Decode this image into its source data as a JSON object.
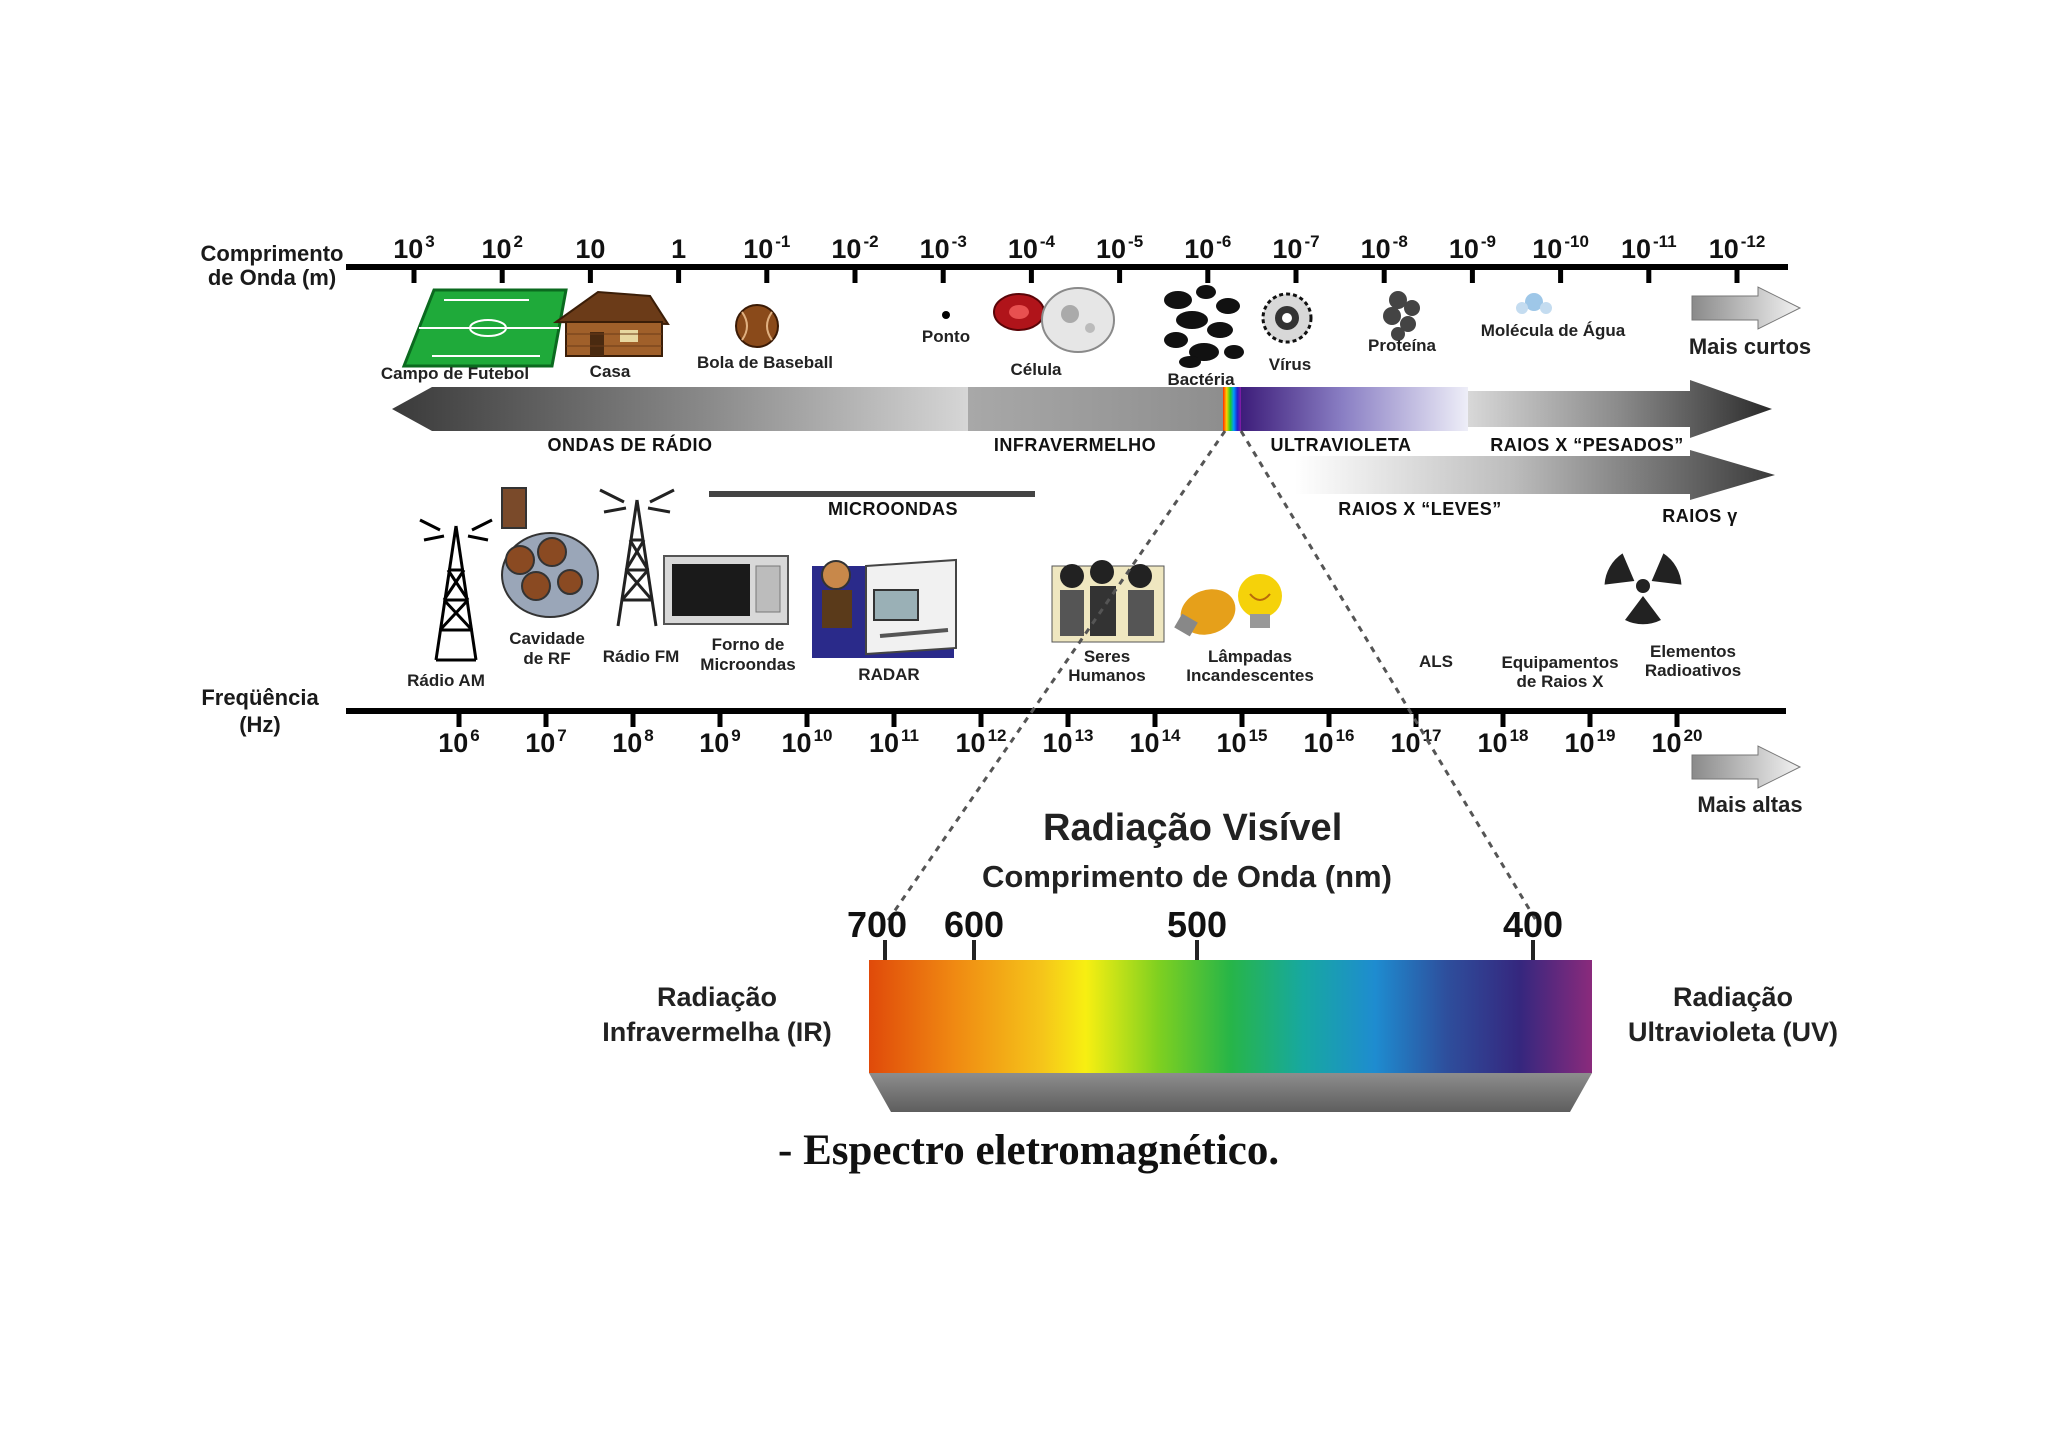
{
  "wavelength_axis": {
    "title_line1": "Comprimento",
    "title_line2": "de Onda (m)",
    "ticks": [
      {
        "base": "10",
        "exp": "3"
      },
      {
        "base": "10",
        "exp": "2"
      },
      {
        "base": "10",
        "exp": ""
      },
      {
        "base": "1",
        "exp": ""
      },
      {
        "base": "10",
        "exp": "-1"
      },
      {
        "base": "10",
        "exp": "-2"
      },
      {
        "base": "10",
        "exp": "-3"
      },
      {
        "base": "10",
        "exp": "-4"
      },
      {
        "base": "10",
        "exp": "-5"
      },
      {
        "base": "10",
        "exp": "-6"
      },
      {
        "base": "10",
        "exp": "-7"
      },
      {
        "base": "10",
        "exp": "-8"
      },
      {
        "base": "10",
        "exp": "-9"
      },
      {
        "base": "10",
        "exp": "-10"
      },
      {
        "base": "10",
        "exp": "-11"
      },
      {
        "base": "10",
        "exp": "-12"
      }
    ],
    "arrow_label": "Mais curtos"
  },
  "size_objects": [
    {
      "label": "Campo de Futebol",
      "icon": "soccer-field-icon"
    },
    {
      "label": "Casa",
      "icon": "house-icon"
    },
    {
      "label": "Bola de Baseball",
      "icon": "baseball-icon"
    },
    {
      "label": "Ponto",
      "icon": "dot-icon"
    },
    {
      "label": "Célula",
      "icon": "cell-icon"
    },
    {
      "label": "Bactéria",
      "icon": "bacteria-icon"
    },
    {
      "label": "Vírus",
      "icon": "virus-icon"
    },
    {
      "label": "Proteína",
      "icon": "protein-icon"
    },
    {
      "label": "Molécula de Água",
      "icon": "water-molecule-icon"
    }
  ],
  "bands": {
    "radio": "ONDAS DE RÁDIO",
    "infrared": "INFRAVERMELHO",
    "ultraviolet": "ULTRAVIOLETA",
    "hard_xray": "RAIOS  X “PESADOS”",
    "soft_xray": "RAIOS  X “LEVES”",
    "gamma": "RAIOS γ",
    "microwave": "MICROONDAS"
  },
  "sources": [
    {
      "label_lines": [
        "Rádio AM"
      ],
      "icon": "radio-tower-icon"
    },
    {
      "label_lines": [
        "Cavidade",
        "de RF"
      ],
      "icon": "rf-cavity-icon"
    },
    {
      "label_lines": [
        "Rádio FM"
      ],
      "icon": "fm-tower-icon"
    },
    {
      "label_lines": [
        "Forno de",
        "Microondas"
      ],
      "icon": "microwave-oven-icon"
    },
    {
      "label_lines": [
        "RADAR"
      ],
      "icon": "radar-operator-icon"
    },
    {
      "label_lines": [
        "Seres",
        "Humanos"
      ],
      "icon": "people-icon"
    },
    {
      "label_lines": [
        "Lâmpadas",
        "Incandescentes"
      ],
      "icon": "light-bulb-icon"
    },
    {
      "label_lines": [
        "ALS"
      ],
      "icon": ""
    },
    {
      "label_lines": [
        "Equipamentos",
        "de Raios X"
      ],
      "icon": ""
    },
    {
      "label_lines": [
        "Elementos",
        "Radioativos"
      ],
      "icon": "radiation-icon"
    }
  ],
  "frequency_axis": {
    "title_line1": "Freqüência",
    "title_line2": "(Hz)",
    "ticks": [
      {
        "base": "10",
        "exp": "6"
      },
      {
        "base": "10",
        "exp": "7"
      },
      {
        "base": "10",
        "exp": "8"
      },
      {
        "base": "10",
        "exp": "9"
      },
      {
        "base": "10",
        "exp": "10"
      },
      {
        "base": "10",
        "exp": "11"
      },
      {
        "base": "10",
        "exp": "12"
      },
      {
        "base": "10",
        "exp": "13"
      },
      {
        "base": "10",
        "exp": "14"
      },
      {
        "base": "10",
        "exp": "15"
      },
      {
        "base": "10",
        "exp": "16"
      },
      {
        "base": "10",
        "exp": "17"
      },
      {
        "base": "10",
        "exp": "18"
      },
      {
        "base": "10",
        "exp": "19"
      },
      {
        "base": "10",
        "exp": "20"
      }
    ],
    "arrow_label": "Mais altas"
  },
  "visible": {
    "title": "Radiação Visível",
    "subtitle": "Comprimento de Onda (nm)",
    "ticks": [
      "700",
      "600",
      "500",
      "400"
    ],
    "left_label_line1": "Radiação",
    "left_label_line2": "Infravermelha (IR)",
    "right_label_line1": "Radiação",
    "right_label_line2": "Ultravioleta (UV)"
  },
  "caption": "- Espectro eletromagnético."
}
